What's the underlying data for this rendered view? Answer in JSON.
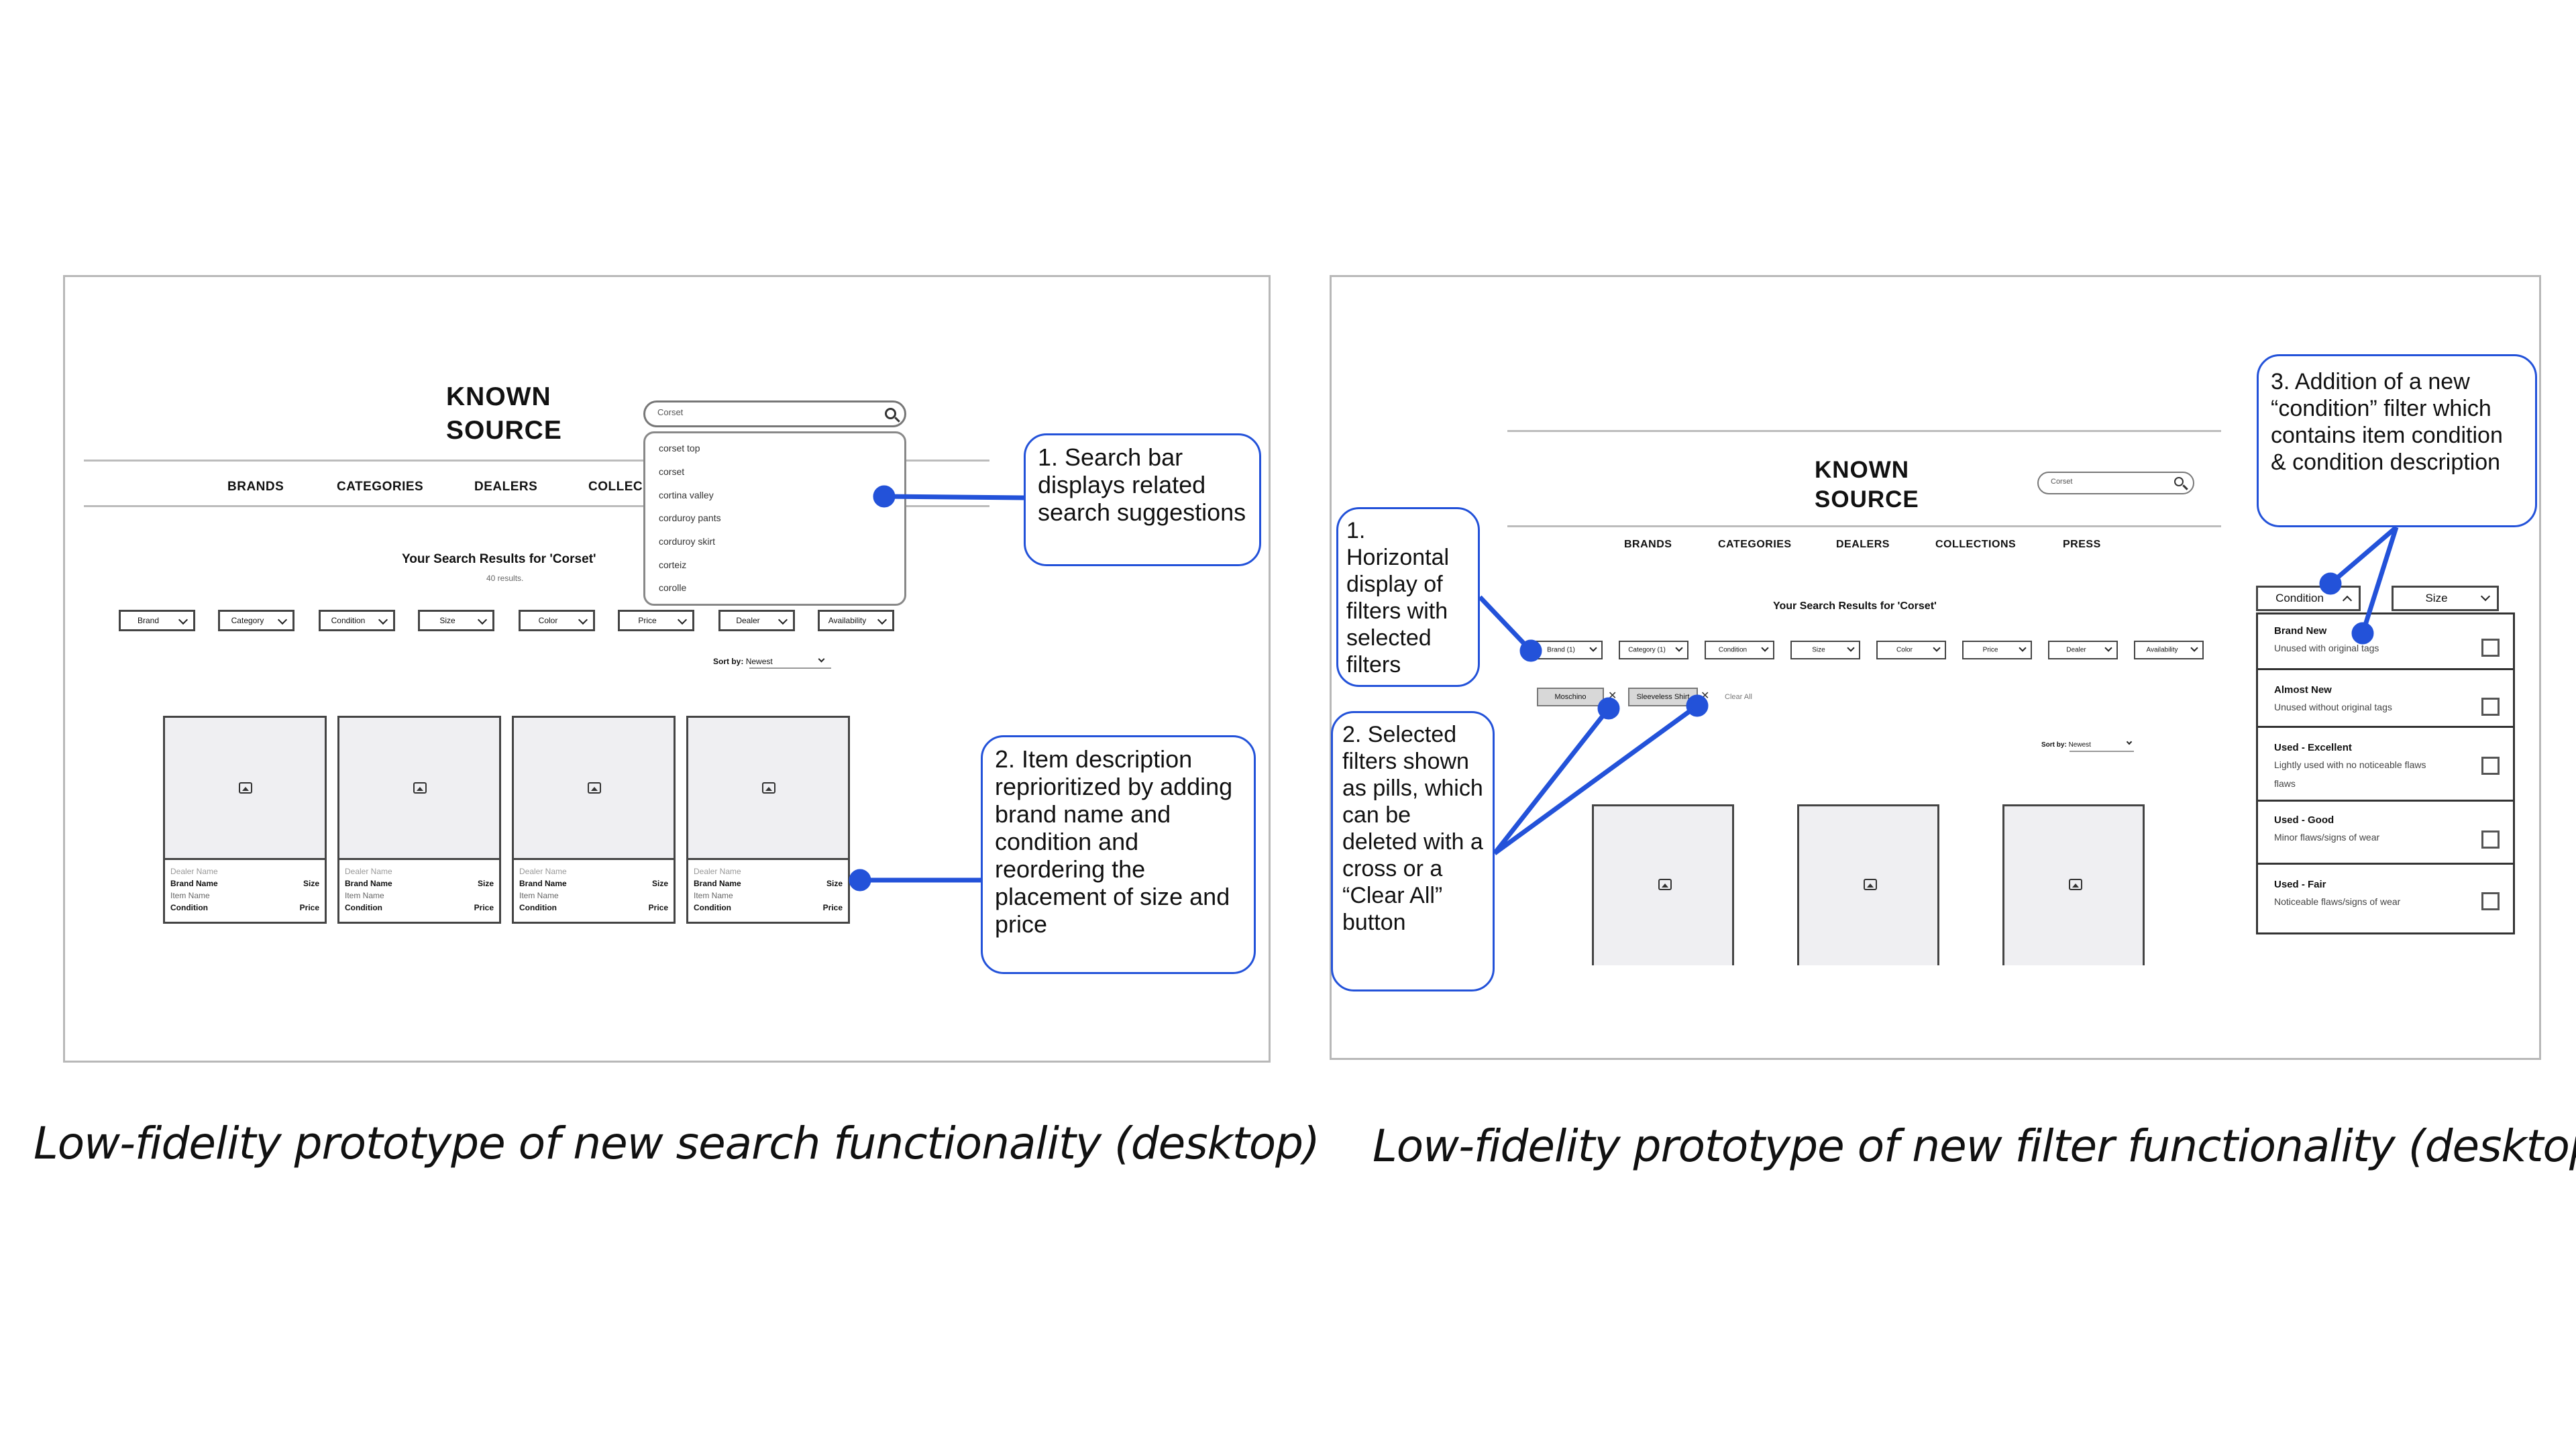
{
  "captions": {
    "left": "Low-fidelity prototype of new search functionality (desktop)",
    "right": "Low-fidelity prototype of new filter functionality (desktop)"
  },
  "left": {
    "logo_line1": "KNOWN",
    "logo_line2": "SOURCE",
    "nav": [
      "BRANDS",
      "CATEGORIES",
      "DEALERS",
      "COLLEC"
    ],
    "search_value": "Corset",
    "suggestions": [
      "corset top",
      "corset",
      "cortina valley",
      "corduroy pants",
      "corduroy skirt",
      "corteiz",
      "corolle"
    ],
    "results_title": "Your Search Results for 'Corset'",
    "results_count": "40 results.",
    "filters": [
      "Brand",
      "Category",
      "Condition",
      "Size",
      "Color",
      "Price",
      "Dealer",
      "Availability"
    ],
    "sort_label": "Sort by:",
    "sort_value": "Newest",
    "card": {
      "dealer": "Dealer Name",
      "brand": "Brand Name",
      "size": "Size",
      "item": "Item Name",
      "condition": "Condition",
      "price": "Price"
    },
    "callout1": "1. Search bar displays related search suggestions",
    "callout2": "2.  Item description reprioritized by adding brand name and condition and reordering the placement of size and price"
  },
  "right": {
    "logo_line1": "KNOWN",
    "logo_line2": "SOURCE",
    "nav": [
      "BRANDS",
      "CATEGORIES",
      "DEALERS",
      "COLLECTIONS",
      "PRESS"
    ],
    "search_value": "Corset",
    "results_title": "Your Search Results for 'Corset'",
    "filters": [
      "Brand (1)",
      "Category (1)",
      "Condition",
      "Size",
      "Color",
      "Price",
      "Dealer",
      "Availability"
    ],
    "pills": [
      "Moschino",
      "Sleeveless Shirt"
    ],
    "clear_all": "Clear All",
    "sort_label": "Sort by:",
    "sort_value": "Newest",
    "dropdown_header": "Condition",
    "size_header": "Size",
    "condition_options": [
      {
        "title": "Brand New",
        "desc": "Unused with original tags"
      },
      {
        "title": "Almost New",
        "desc": "Unused without original tags"
      },
      {
        "title": "Used - Excellent",
        "desc": "Lightly used with no noticeable flaws"
      },
      {
        "title": "Used - Good",
        "desc": "Minor flaws/signs of wear"
      },
      {
        "title": "Used - Fair",
        "desc": "Noticeable flaws/signs of wear"
      }
    ],
    "callout1": "1. Horizontal display of filters with selected filters",
    "callout2": "2. Selected filters shown as pills, which can be deleted with a cross or a “Clear All” button",
    "callout3": "3.  Addition of a new “condition” filter which contains item condition & condition description"
  },
  "colors": {
    "accent": "#2352d9",
    "placeholder": "#efeff2",
    "frame": "#b8b8b8"
  }
}
